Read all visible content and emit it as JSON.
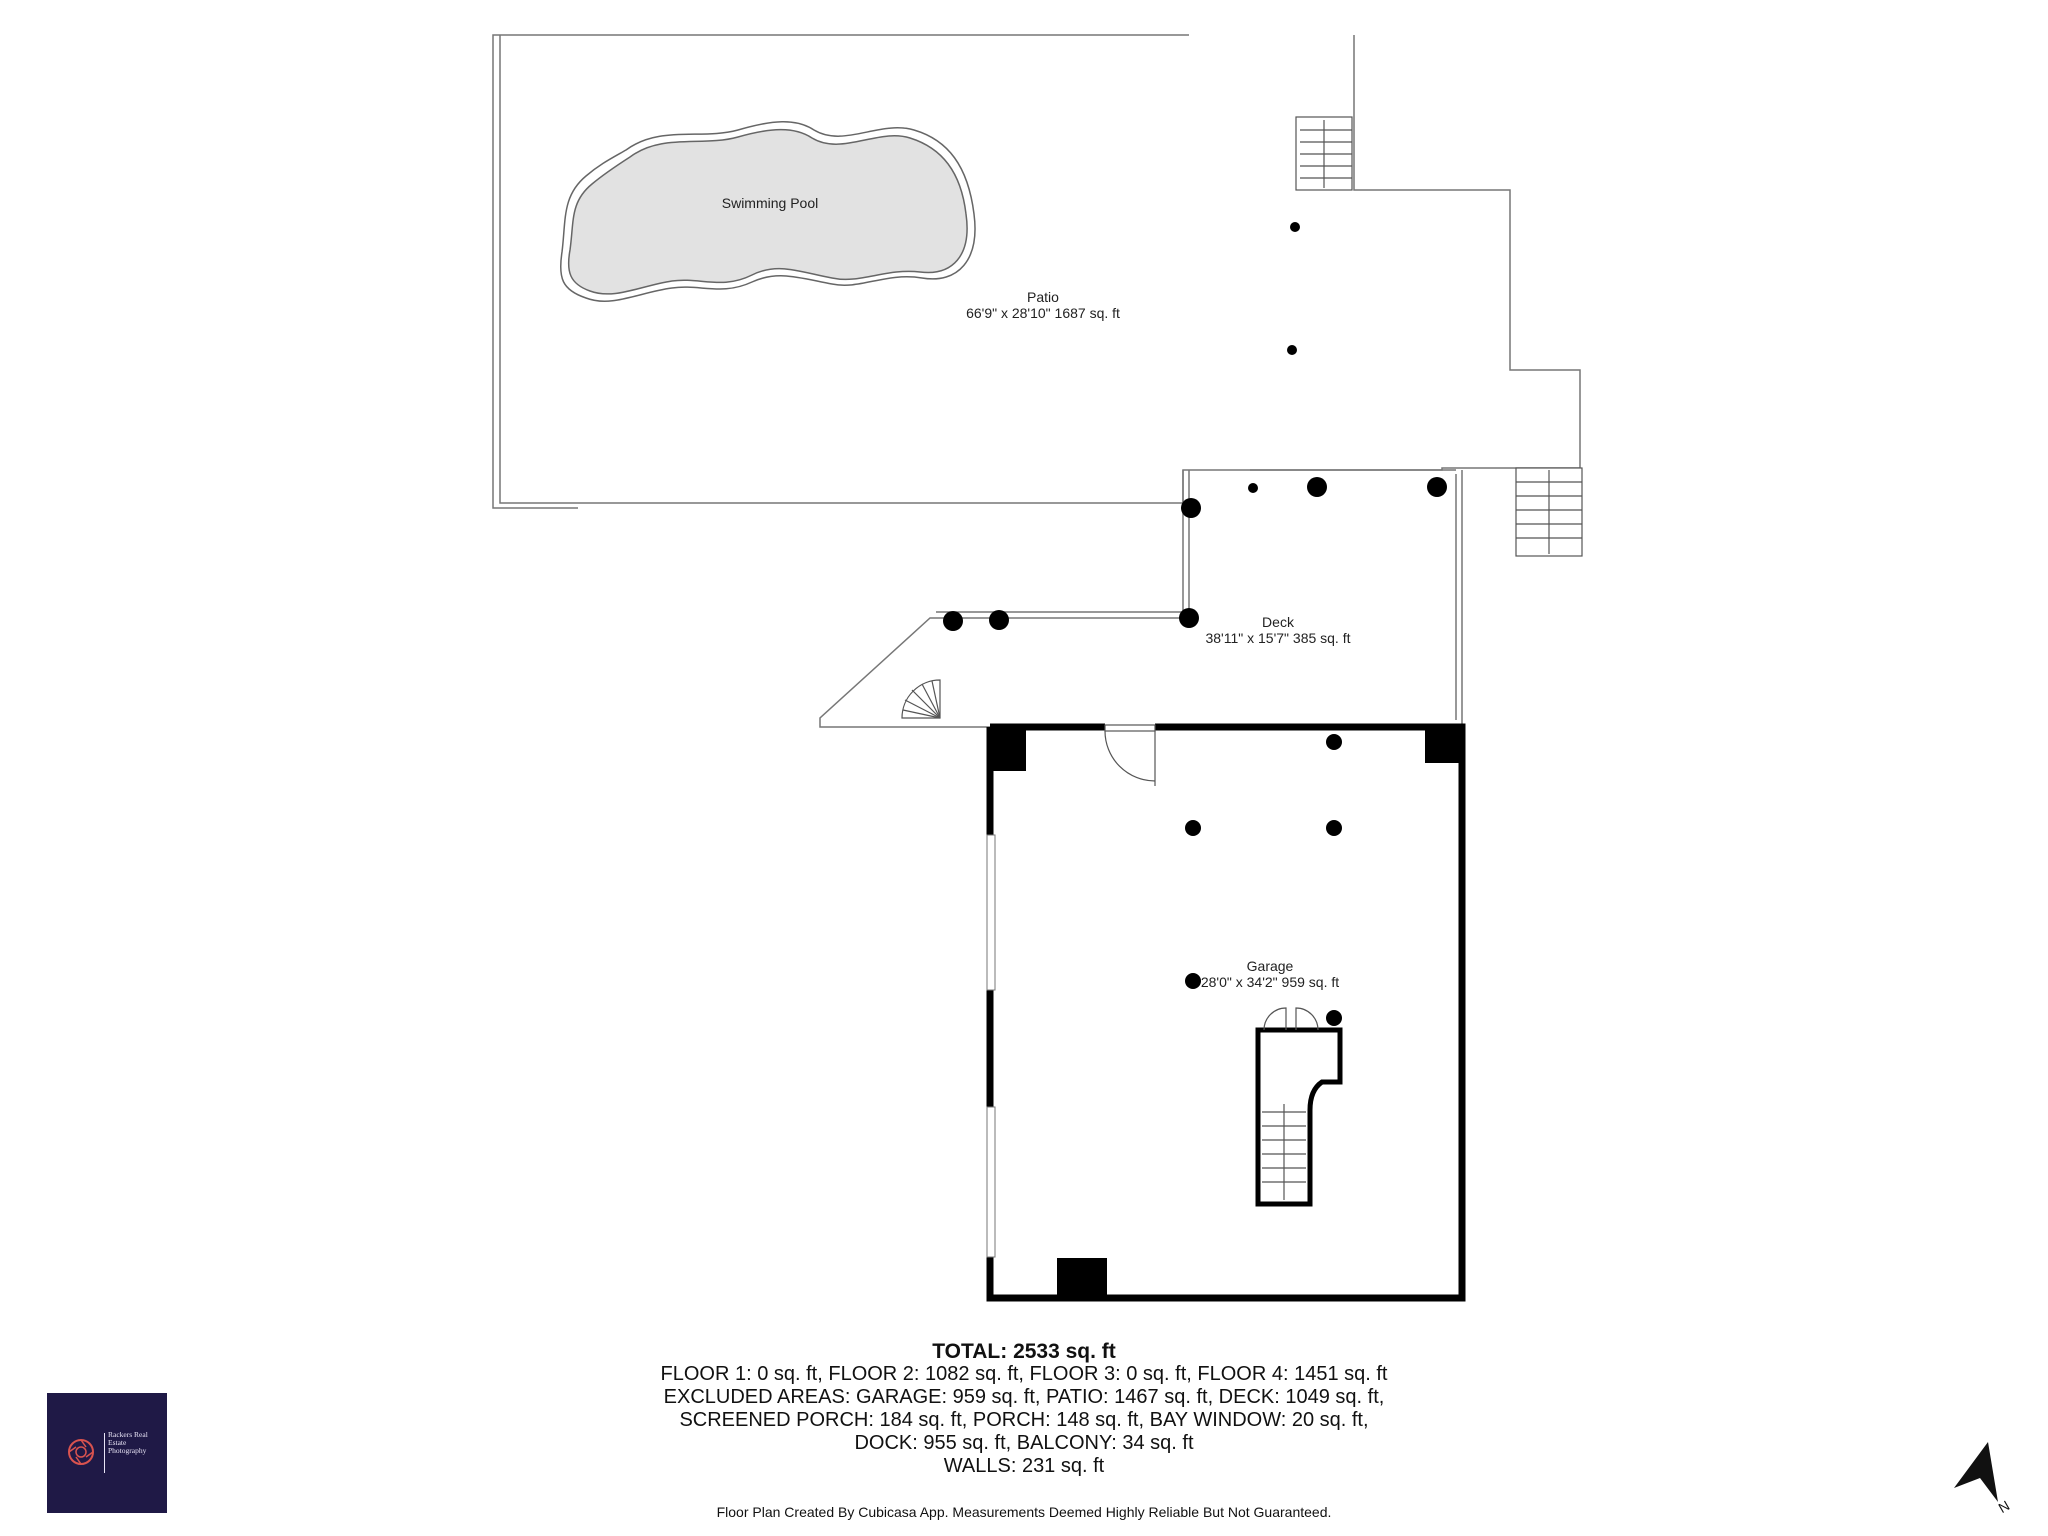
{
  "rooms": {
    "pool": {
      "name": "Swimming Pool"
    },
    "patio": {
      "name": "Patio",
      "dims": "66'9\" x 28'10\" 1687 sq. ft"
    },
    "deck": {
      "name": "Deck",
      "dims": "38'11\" x 15'7\" 385 sq. ft"
    },
    "garage": {
      "name": "Garage",
      "dims": "28'0\" x 34'2\" 959 sq. ft"
    }
  },
  "summary": {
    "total": "TOTAL: 2533 sq. ft",
    "lines": [
      "FLOOR 1: 0 sq. ft, FLOOR 2: 1082 sq. ft, FLOOR 3: 0 sq. ft, FLOOR 4: 1451 sq. ft",
      "EXCLUDED AREAS: GARAGE: 959 sq. ft, PATIO: 1467 sq. ft, DECK: 1049 sq. ft,",
      "SCREENED PORCH: 184 sq. ft, PORCH: 148 sq. ft, BAY WINDOW: 20 sq. ft,",
      "DOCK: 955 sq. ft, BALCONY: 34 sq. ft",
      "WALLS: 231 sq. ft"
    ]
  },
  "credit": "Floor Plan Created By Cubicasa App. Measurements Deemed Highly Reliable But Not Guaranteed.",
  "logo": {
    "text": "Rackers Real Estate Photography",
    "background": "#1f1946",
    "icon": "aperture-icon"
  },
  "compass": {
    "label": "N",
    "icon": "north-arrow-icon"
  }
}
